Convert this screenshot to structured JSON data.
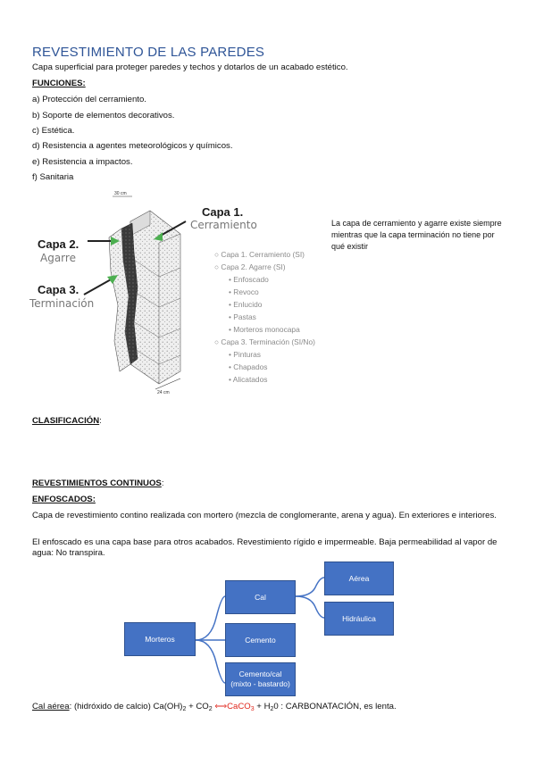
{
  "title": "REVESTIMIENTO DE LAS PAREDES",
  "intro": "Capa superficial para proteger paredes y techos y dotarlos de un acabado estético.",
  "funciones": {
    "heading": "FUNCIONES:",
    "items": [
      "a) Protección del cerramiento.",
      "b) Soporte de elementos decorativos.",
      "c) Estética.",
      "d) Resistencia a agentes meteorológicos y químicos.",
      "e) Resistencia a impactos.",
      "f) Sanitaria"
    ]
  },
  "figure": {
    "dim_top": "30 cm",
    "dim_bottom": "24 cm",
    "capa1": {
      "label": "Capa 1.",
      "sub": "Cerramiento"
    },
    "capa2": {
      "label": "Capa 2.",
      "sub": "Agarre"
    },
    "capa3": {
      "label": "Capa 3.",
      "sub": "Terminación"
    },
    "legend": [
      {
        "text": "Capa 1. Cerramiento (SI)",
        "level": 0
      },
      {
        "text": "Capa 2. Agarre (SI)",
        "level": 0
      },
      {
        "text": "Enfoscado",
        "level": 1
      },
      {
        "text": "Revoco",
        "level": 1
      },
      {
        "text": "Enlucido",
        "level": 1
      },
      {
        "text": "Pastas",
        "level": 1
      },
      {
        "text": "Morteros monocapa",
        "level": 1
      },
      {
        "text": "Capa 3. Terminación (SI/No)",
        "level": 0
      },
      {
        "text": "Pinturas",
        "level": 1
      },
      {
        "text": "Chapados",
        "level": 1
      },
      {
        "text": "Alicatados",
        "level": 1
      }
    ]
  },
  "side_note": "La capa de cerramiento y agarre existe siempre mientras que la capa terminación no tiene por qué existir",
  "clasificacion": "CLASIFICACIÓN",
  "revestimientos_continuos": "REVESTIMIENTOS CONTINUOS",
  "enfoscados": {
    "heading": "ENFOSCADOS:",
    "p1": "Capa de revestimiento contino realizada con mortero (mezcla de conglomerante, arena y agua). En exteriores e interiores.",
    "p2": "El enfoscado es una capa base para otros acabados. Revestimiento rígido e impermeable. Baja permeabilidad al vapor de agua: No transpira."
  },
  "diagram": {
    "root": "Morteros",
    "cal": "Cal",
    "cemento": "Cemento",
    "cemento_cal_1": "Cemento/cal",
    "cemento_cal_2": "(mixto - bastardo)",
    "aerea": "Aérea",
    "hidraulica": "Hidráulica",
    "colors": {
      "box": "#4472c4",
      "line": "#4472c4"
    }
  },
  "cal_aerea": {
    "label": "Cal aérea",
    "t1": ": (hidróxido de calcio) Ca(OH)",
    "s1": "2",
    "t2": " + CO",
    "s2": "2",
    "arrow": " ⟺",
    "t3": "CaCO",
    "s3": "3",
    "t4": " + H",
    "s4": "2",
    "t5": "0 : CARBONATACIÓN, es lenta."
  }
}
